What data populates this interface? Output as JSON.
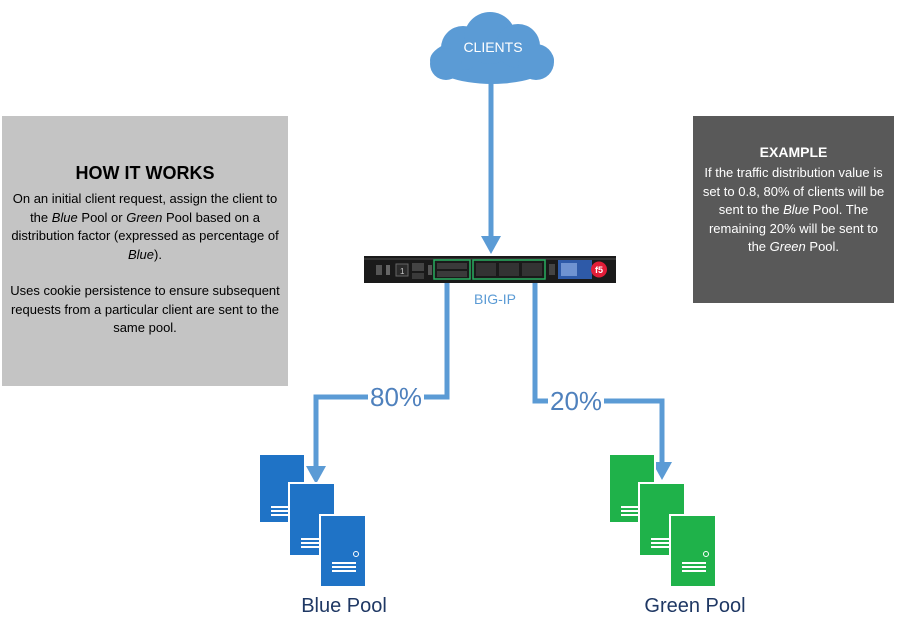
{
  "diagram": {
    "clients_label": "CLIENTS",
    "device_label": "BIG-IP",
    "blue_percent": "80%",
    "green_percent": "20%",
    "blue_pool_label": "Blue Pool",
    "green_pool_label": "Green Pool"
  },
  "how_it_works": {
    "title": "HOW IT WORKS",
    "p1_a": "On an initial client request, assign the client to the ",
    "p1_blue": "Blue",
    "p1_b": " Pool or ",
    "p1_green": "Green",
    "p1_c": " Pool based on a distribution factor (expressed as percentage of ",
    "p1_blue2": "Blue",
    "p1_d": ").",
    "p2": "Uses cookie persistence to ensure subsequent requests from a particular client are sent to the same pool."
  },
  "example": {
    "title": "EXAMPLE",
    "a": "If the traffic distribution value is set to 0.8, 80% of clients will be sent to the ",
    "blue": "Blue",
    "b": " Pool. The remaining 20% will be sent to the ",
    "green": "Green",
    "c": " Pool."
  },
  "colors": {
    "line": "#5b9bd5",
    "cloud": "#5b9bd5",
    "blue_server": "#1f73c6",
    "green_server": "#1fb24a",
    "how_box": "#c4c4c4",
    "example_box": "#595959"
  }
}
